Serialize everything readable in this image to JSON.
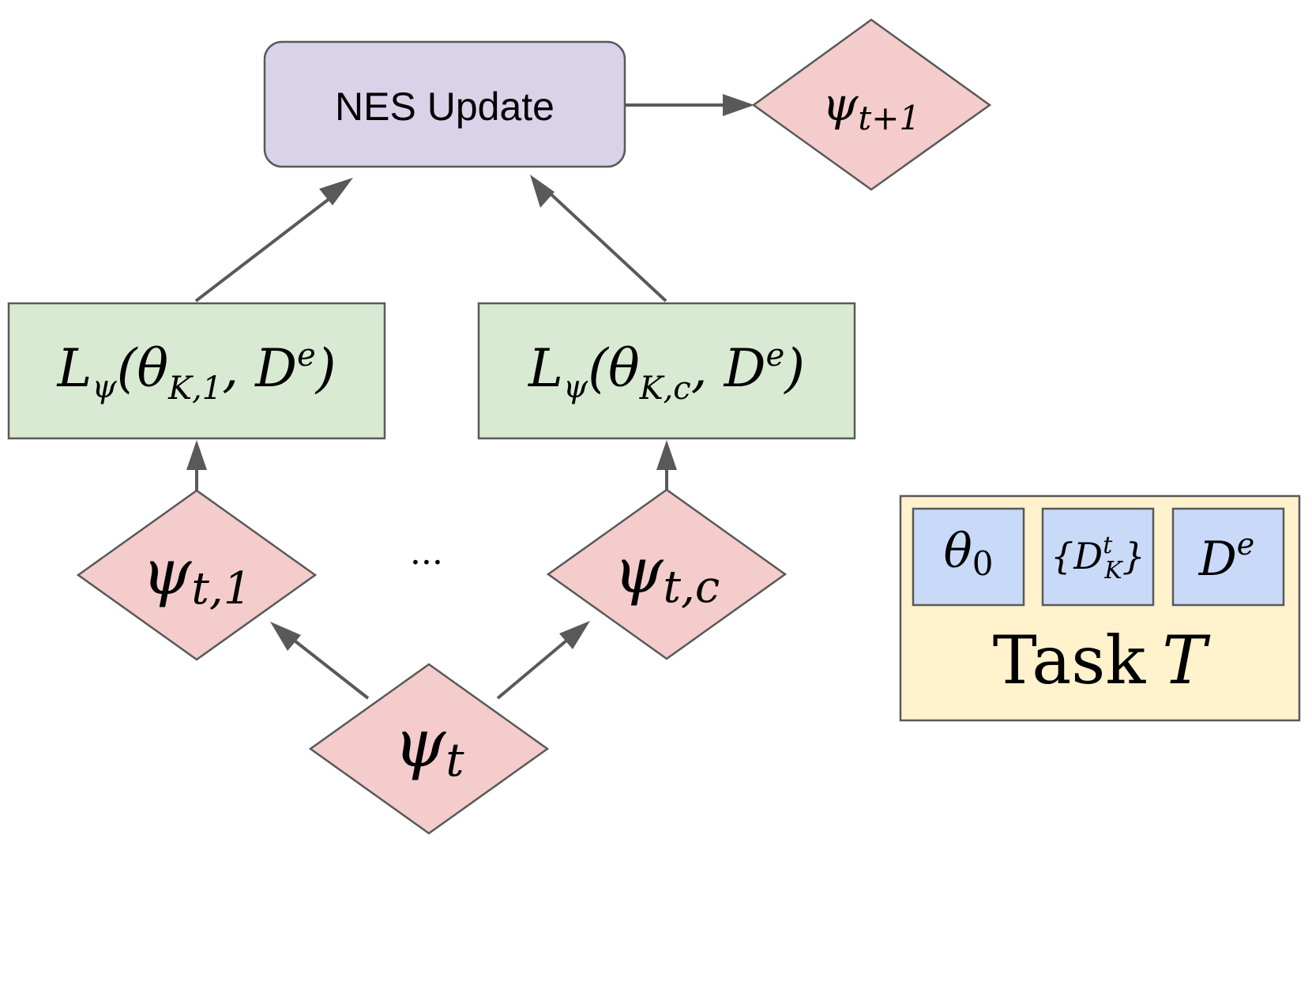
{
  "nes_update": {
    "label": "NES Update"
  },
  "psi_next": {
    "base": "ψ",
    "sub": "t+1"
  },
  "loss_1": {
    "prefix": "L",
    "prefix_sub": "ψ",
    "open": "(θ",
    "theta_sub": "K,1",
    "comma": ", D",
    "sup": "e",
    "close": ")"
  },
  "loss_c": {
    "prefix": "L",
    "prefix_sub": "ψ",
    "open": "(θ",
    "theta_sub": "K,c",
    "comma": ", D",
    "sup": "e",
    "close": ")"
  },
  "psi_1": {
    "base": "ψ",
    "sub": "t,1"
  },
  "psi_c": {
    "base": "ψ",
    "sub": "t,c"
  },
  "ellipsis": "···",
  "psi_t": {
    "base": "ψ",
    "sub": "t"
  },
  "task": {
    "theta0": {
      "base": "θ",
      "sub": "0"
    },
    "dataset": {
      "open": "{D",
      "sup": "t",
      "sub": "K",
      "close": "}"
    },
    "de": {
      "base": "D",
      "sup": "e"
    },
    "label_word": "Task",
    "label_var": "T"
  },
  "colors": {
    "purple_fill": "#d9d2e9",
    "pink_fill": "#f4cccc",
    "green_fill": "#d9ead3",
    "yellow_fill": "#fff2cc",
    "blue_fill": "#c9daf8",
    "stroke": "#595959"
  }
}
